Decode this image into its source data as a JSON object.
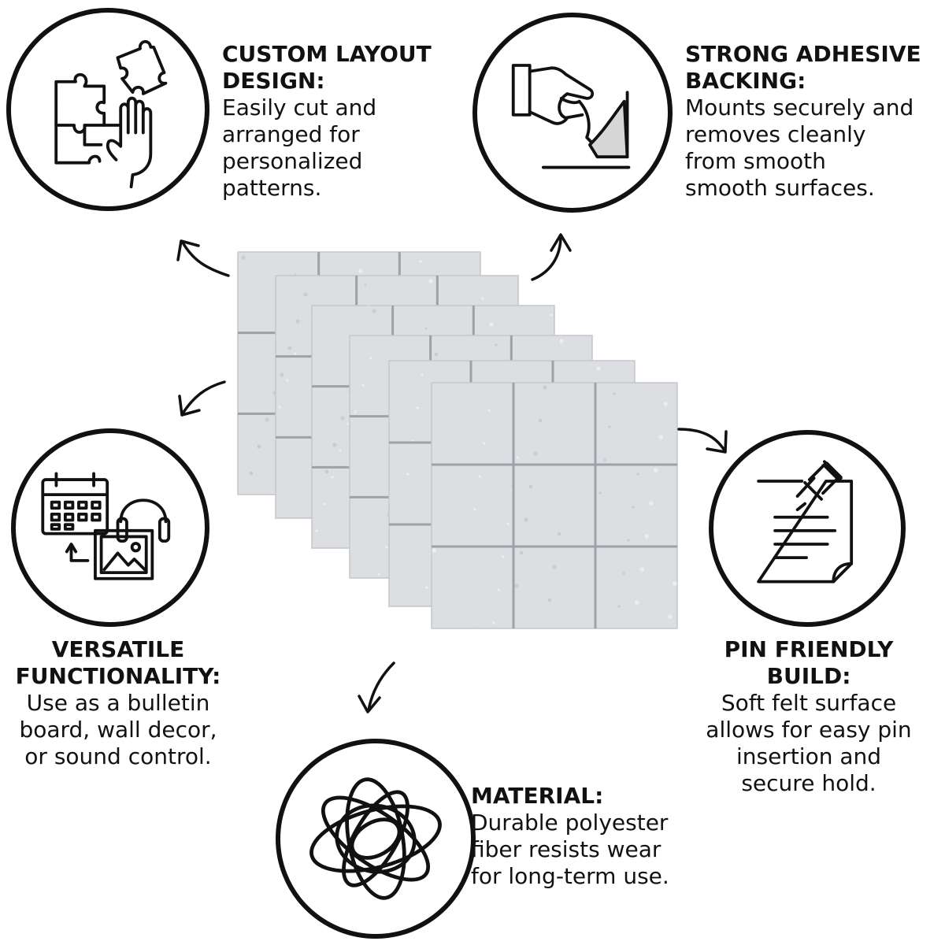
{
  "features": {
    "custom_layout": {
      "title": "CUSTOM LAYOUT\nDESIGN:",
      "description": "Easily cut and\narranged for\npersonalized\npatterns.",
      "icon": "puzzle-hand-icon"
    },
    "adhesive": {
      "title": "STRONG ADHESIVE\nBACKING:",
      "description": "Mounts securely and\nremoves cleanly\nfrom smooth\nsmooth surfaces.",
      "icon": "peel-backing-icon"
    },
    "versatile": {
      "title": "VERSATILE\nFUNCTIONALITY:",
      "description": "Use as a bulletin\nboard, wall decor,\nor sound control.",
      "icon": "calendar-headphones-photo-icon"
    },
    "pin_friendly": {
      "title": "PIN FRIENDLY\nBUILD:",
      "description": "Soft felt surface\nallows for easy pin\ninsertion and\nsecure hold.",
      "icon": "pinned-note-icon"
    },
    "material": {
      "title": "MATERIAL:",
      "description": "Durable polyester\nfiber resists wear\nfor long-term use.",
      "icon": "fiber-tangle-icon"
    }
  },
  "colors": {
    "ink": "#111111",
    "tile": "#dcdee2",
    "tile_groove": "#9ea2a8",
    "background": "#ffffff"
  }
}
